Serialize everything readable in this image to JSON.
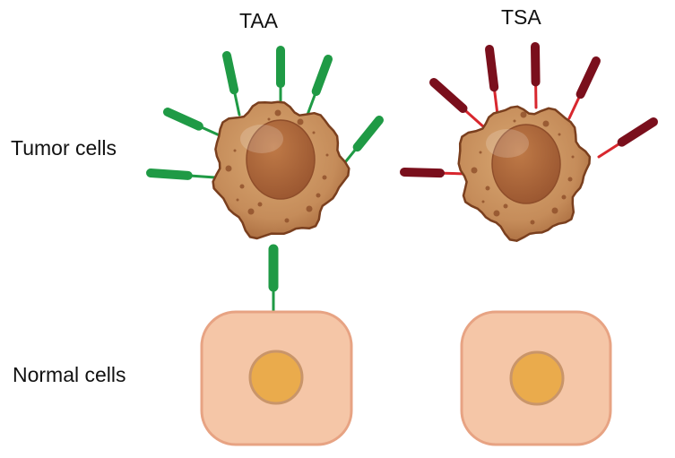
{
  "labels": {
    "taa": "TAA",
    "tsa": "TSA",
    "tumor_cells": "Tumor cells",
    "normal_cells": "Normal cells"
  },
  "colors": {
    "taa_receptor": "#1f9a45",
    "tsa_receptor_head": "#7a0f1c",
    "tsa_receptor_stem": "#d8272e",
    "tumor_fill": "#c9925e",
    "tumor_outline": "#7a3f1e",
    "tumor_nucleus": "#a9633a",
    "normal_cell_fill": "#f5c6a7",
    "normal_cell_outline": "#e7a383",
    "normal_nucleus": "#eaab4c",
    "normal_nucleus_outline": "#c9956a"
  },
  "icons": {
    "tumor_cell": "tumor-cell-icon",
    "normal_cell": "normal-cell-icon",
    "taa_receptor": "receptor-icon",
    "tsa_receptor": "receptor-icon"
  }
}
